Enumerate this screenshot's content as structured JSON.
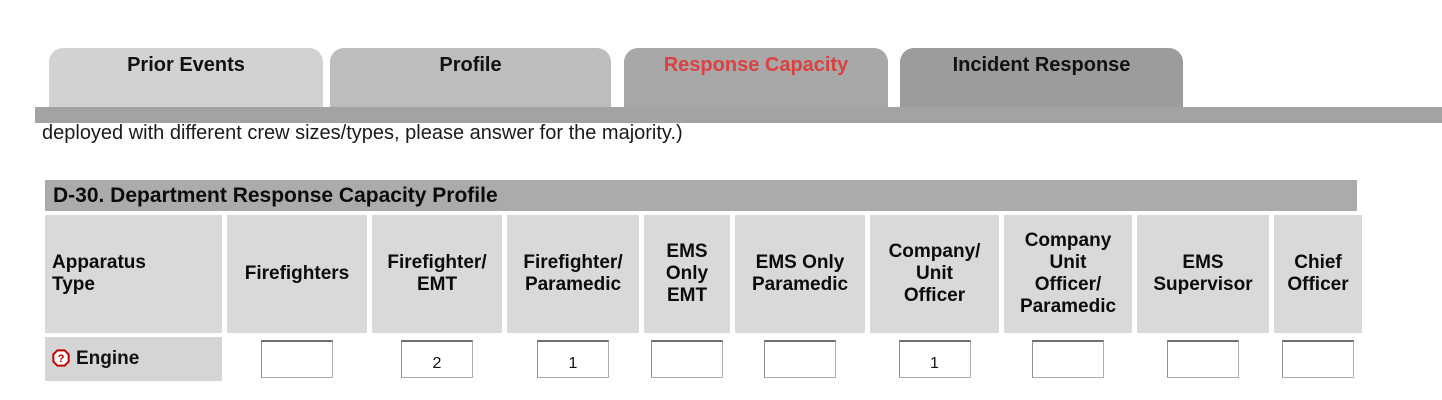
{
  "tabs": [
    {
      "label": "Prior Events",
      "active": false
    },
    {
      "label": "Profile",
      "active": false
    },
    {
      "label": "Response Capacity",
      "active": true
    },
    {
      "label": "Incident Response",
      "active": false
    }
  ],
  "note_text": "deployed with different crew sizes/types, please answer for the majority.)",
  "table": {
    "caption": "D-30. Department Response Capacity Profile",
    "columns": [
      "Apparatus\nType",
      "Firefighters",
      "Firefighter/\nEMT",
      "Firefighter/\nParamedic",
      "EMS\nOnly\nEMT",
      "EMS Only\nParamedic",
      "Company/\nUnit\nOfficer",
      "Company\nUnit\nOfficer/\nParamedic",
      "EMS\nSupervisor",
      "Chief\nOfficer"
    ],
    "rows": [
      {
        "label": "Engine",
        "help_icon": "question-mark-icon",
        "values": [
          "",
          "2",
          "1",
          "",
          "",
          "1",
          "",
          "",
          ""
        ]
      }
    ]
  },
  "colors": {
    "active_tab_text": "#d94240",
    "help_icon_red": "#c00000",
    "tab_bar_gray": "#a3a3a3",
    "caption_bar_gray": "#ababab",
    "header_cell_gray": "#d9d9d9"
  }
}
